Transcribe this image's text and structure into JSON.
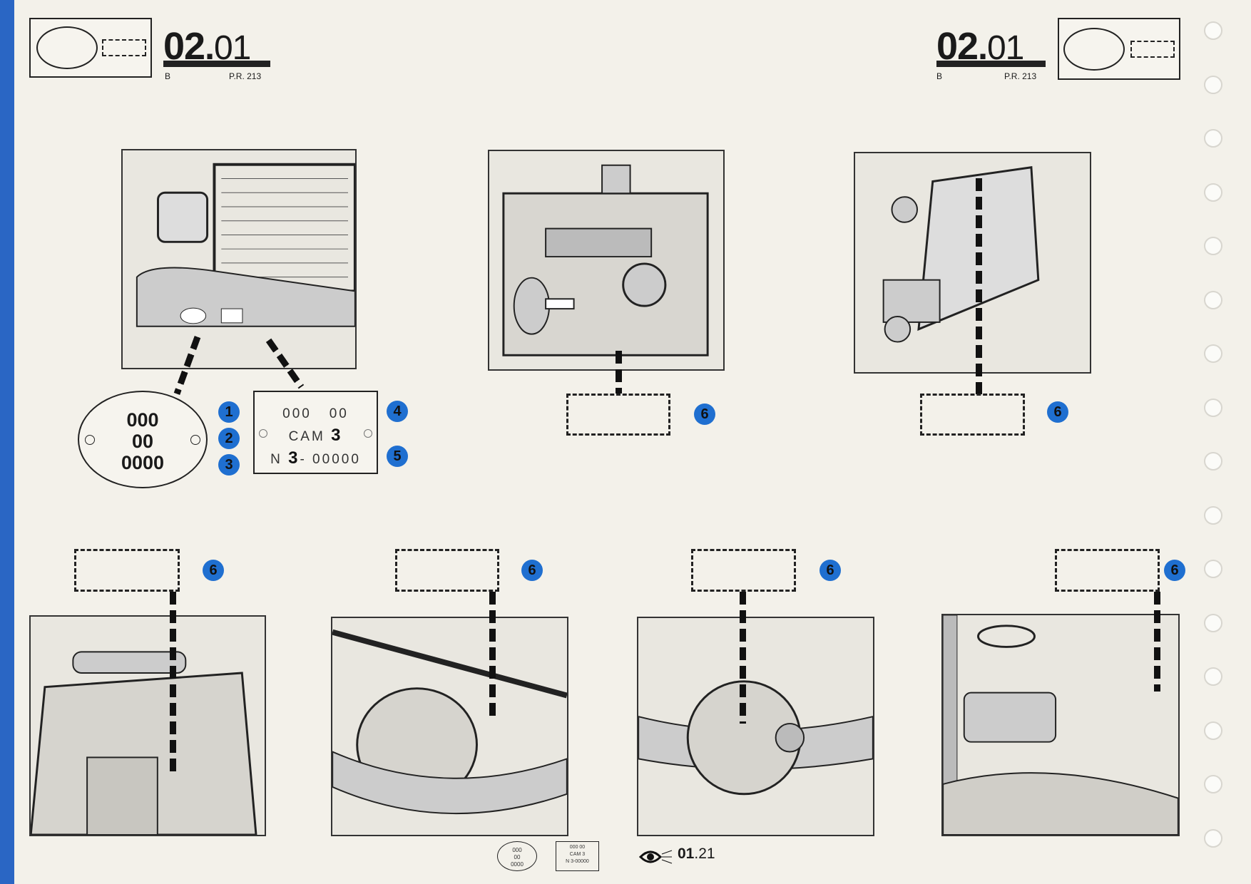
{
  "header_left": {
    "code_major": "02",
    "code_minor": "01",
    "left_label": "B",
    "right_label": "P.R. 213"
  },
  "header_right": {
    "code_major": "02",
    "code_minor": "01",
    "left_label": "B",
    "right_label": "P.R. 213"
  },
  "oval_plate": {
    "line1": "000",
    "line2": "00",
    "line3": "0000"
  },
  "rect_plate": {
    "line1": "000   00",
    "line2_prefix": "CAM ",
    "line2_num": "3",
    "line3_prefix": "N ",
    "line3_num": "3",
    "line3_suffix": "- 00000"
  },
  "badges": [
    "1",
    "2",
    "3",
    "4",
    "5",
    "6"
  ],
  "footer": {
    "mini_oval": [
      "000",
      "00",
      "0000"
    ],
    "mini_rect": [
      "000 00",
      "CAM 3",
      "N 3-00000"
    ],
    "ref_major": "01",
    "ref_minor": "21"
  },
  "colors": {
    "accent": "#1f6fd0",
    "strip": "#2a66c4"
  }
}
